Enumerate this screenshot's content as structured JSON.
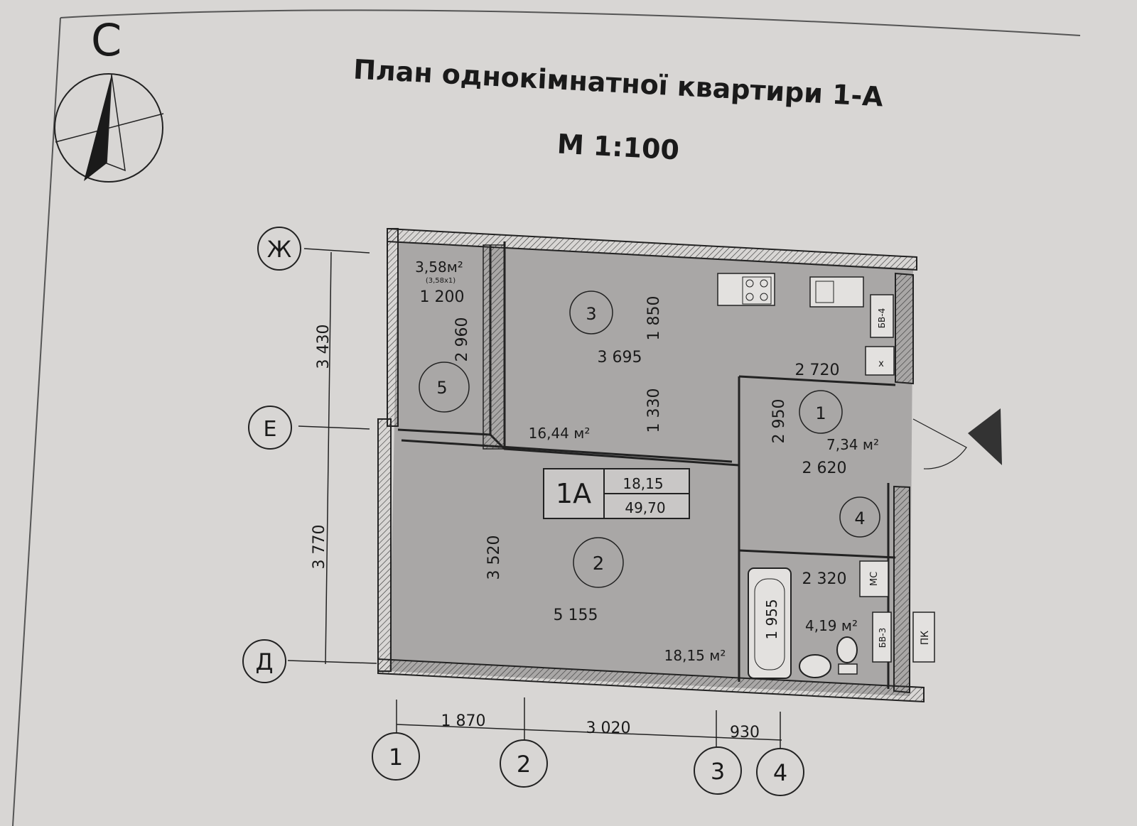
{
  "title": "План однокімнатної квартири 1-А",
  "scale": "М 1:100",
  "north_label": "С",
  "apartment": {
    "code": "1А",
    "living_area": "18,15",
    "total_area": "49,70"
  },
  "rooms": {
    "r1": {
      "number": "1",
      "area": "7,34 м²",
      "dim_a": "2 950",
      "dim_b": "2 620"
    },
    "r2": {
      "number": "2",
      "area": "18,15 м²",
      "dim_a": "3 520",
      "dim_b": "5 155"
    },
    "r3": {
      "number": "3",
      "area": "16,44 м²",
      "dim_a": "1 850",
      "dim_b": "3 695",
      "dim_c": "1 330",
      "dim_d": "2 720"
    },
    "r4": {
      "number": "4",
      "area": "4,19 м²",
      "dim_a": "2 320",
      "dim_b": "1 955"
    },
    "r5": {
      "number": "5",
      "area": "3,58м²",
      "sub_area": "(3,58x1)",
      "dim_a": "1 200",
      "dim_b": "2 960"
    }
  },
  "equipment": {
    "bv4": "БВ-4",
    "bv3": "БВ-3",
    "ms": "МС",
    "pk": "ПК",
    "x": "x"
  },
  "axes_letters": [
    "Ж",
    "Е",
    "Д"
  ],
  "axes_numbers": [
    "1",
    "2",
    "3",
    "4"
  ],
  "axis_dims_vertical": [
    "3 430",
    "3 770"
  ],
  "axis_dims_horizontal": [
    "1 870",
    "3 020",
    "930"
  ]
}
